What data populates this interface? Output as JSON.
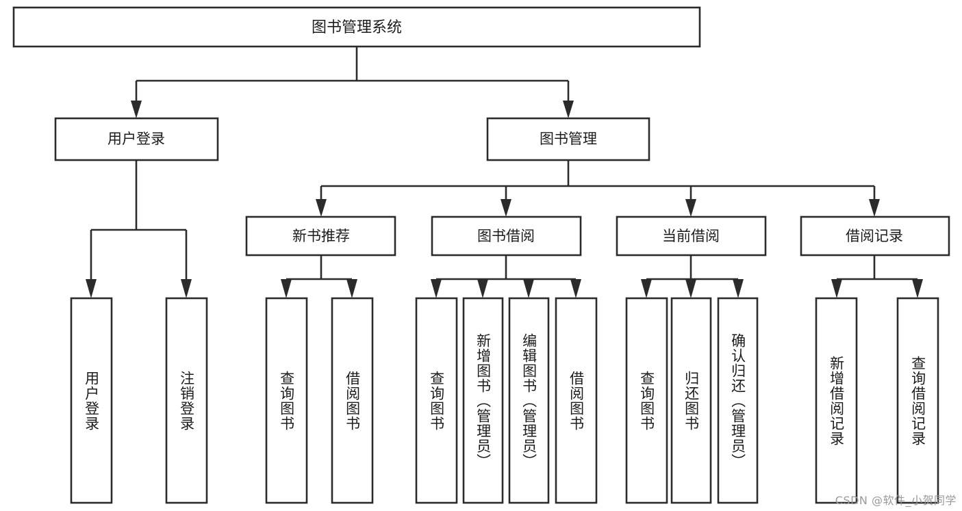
{
  "diagram": {
    "title": "图书管理系统",
    "type": "hierarchy-tree",
    "watermark": "CSDN @软件_小贺同学",
    "colors": {
      "stroke": "#2b2b2b",
      "fill": "#ffffff",
      "text": "#1c1c1c",
      "watermark": "#9a9a9a"
    },
    "root": {
      "label": "图书管理系统"
    },
    "level2": [
      {
        "label": "用户登录"
      },
      {
        "label": "图书管理"
      }
    ],
    "level3": [
      {
        "label": "新书推荐"
      },
      {
        "label": "图书借阅"
      },
      {
        "label": "当前借阅"
      },
      {
        "label": "借阅记录"
      }
    ],
    "leaves": {
      "user_login": [
        {
          "label": "用户登录"
        },
        {
          "label": "注销登录"
        }
      ],
      "new_book": [
        {
          "label": "查询图书"
        },
        {
          "label": "借阅图书"
        }
      ],
      "book_borrow": [
        {
          "label": "查询图书"
        },
        {
          "label": "新增图书（管理员）"
        },
        {
          "label": "编辑图书（管理员）"
        },
        {
          "label": "借阅图书"
        }
      ],
      "current_borrow": [
        {
          "label": "查询图书"
        },
        {
          "label": "归还图书"
        },
        {
          "label": "确认归还（管理员）"
        }
      ],
      "borrow_record": [
        {
          "label": "新增借阅记录"
        },
        {
          "label": "查询借阅记录"
        }
      ]
    }
  }
}
